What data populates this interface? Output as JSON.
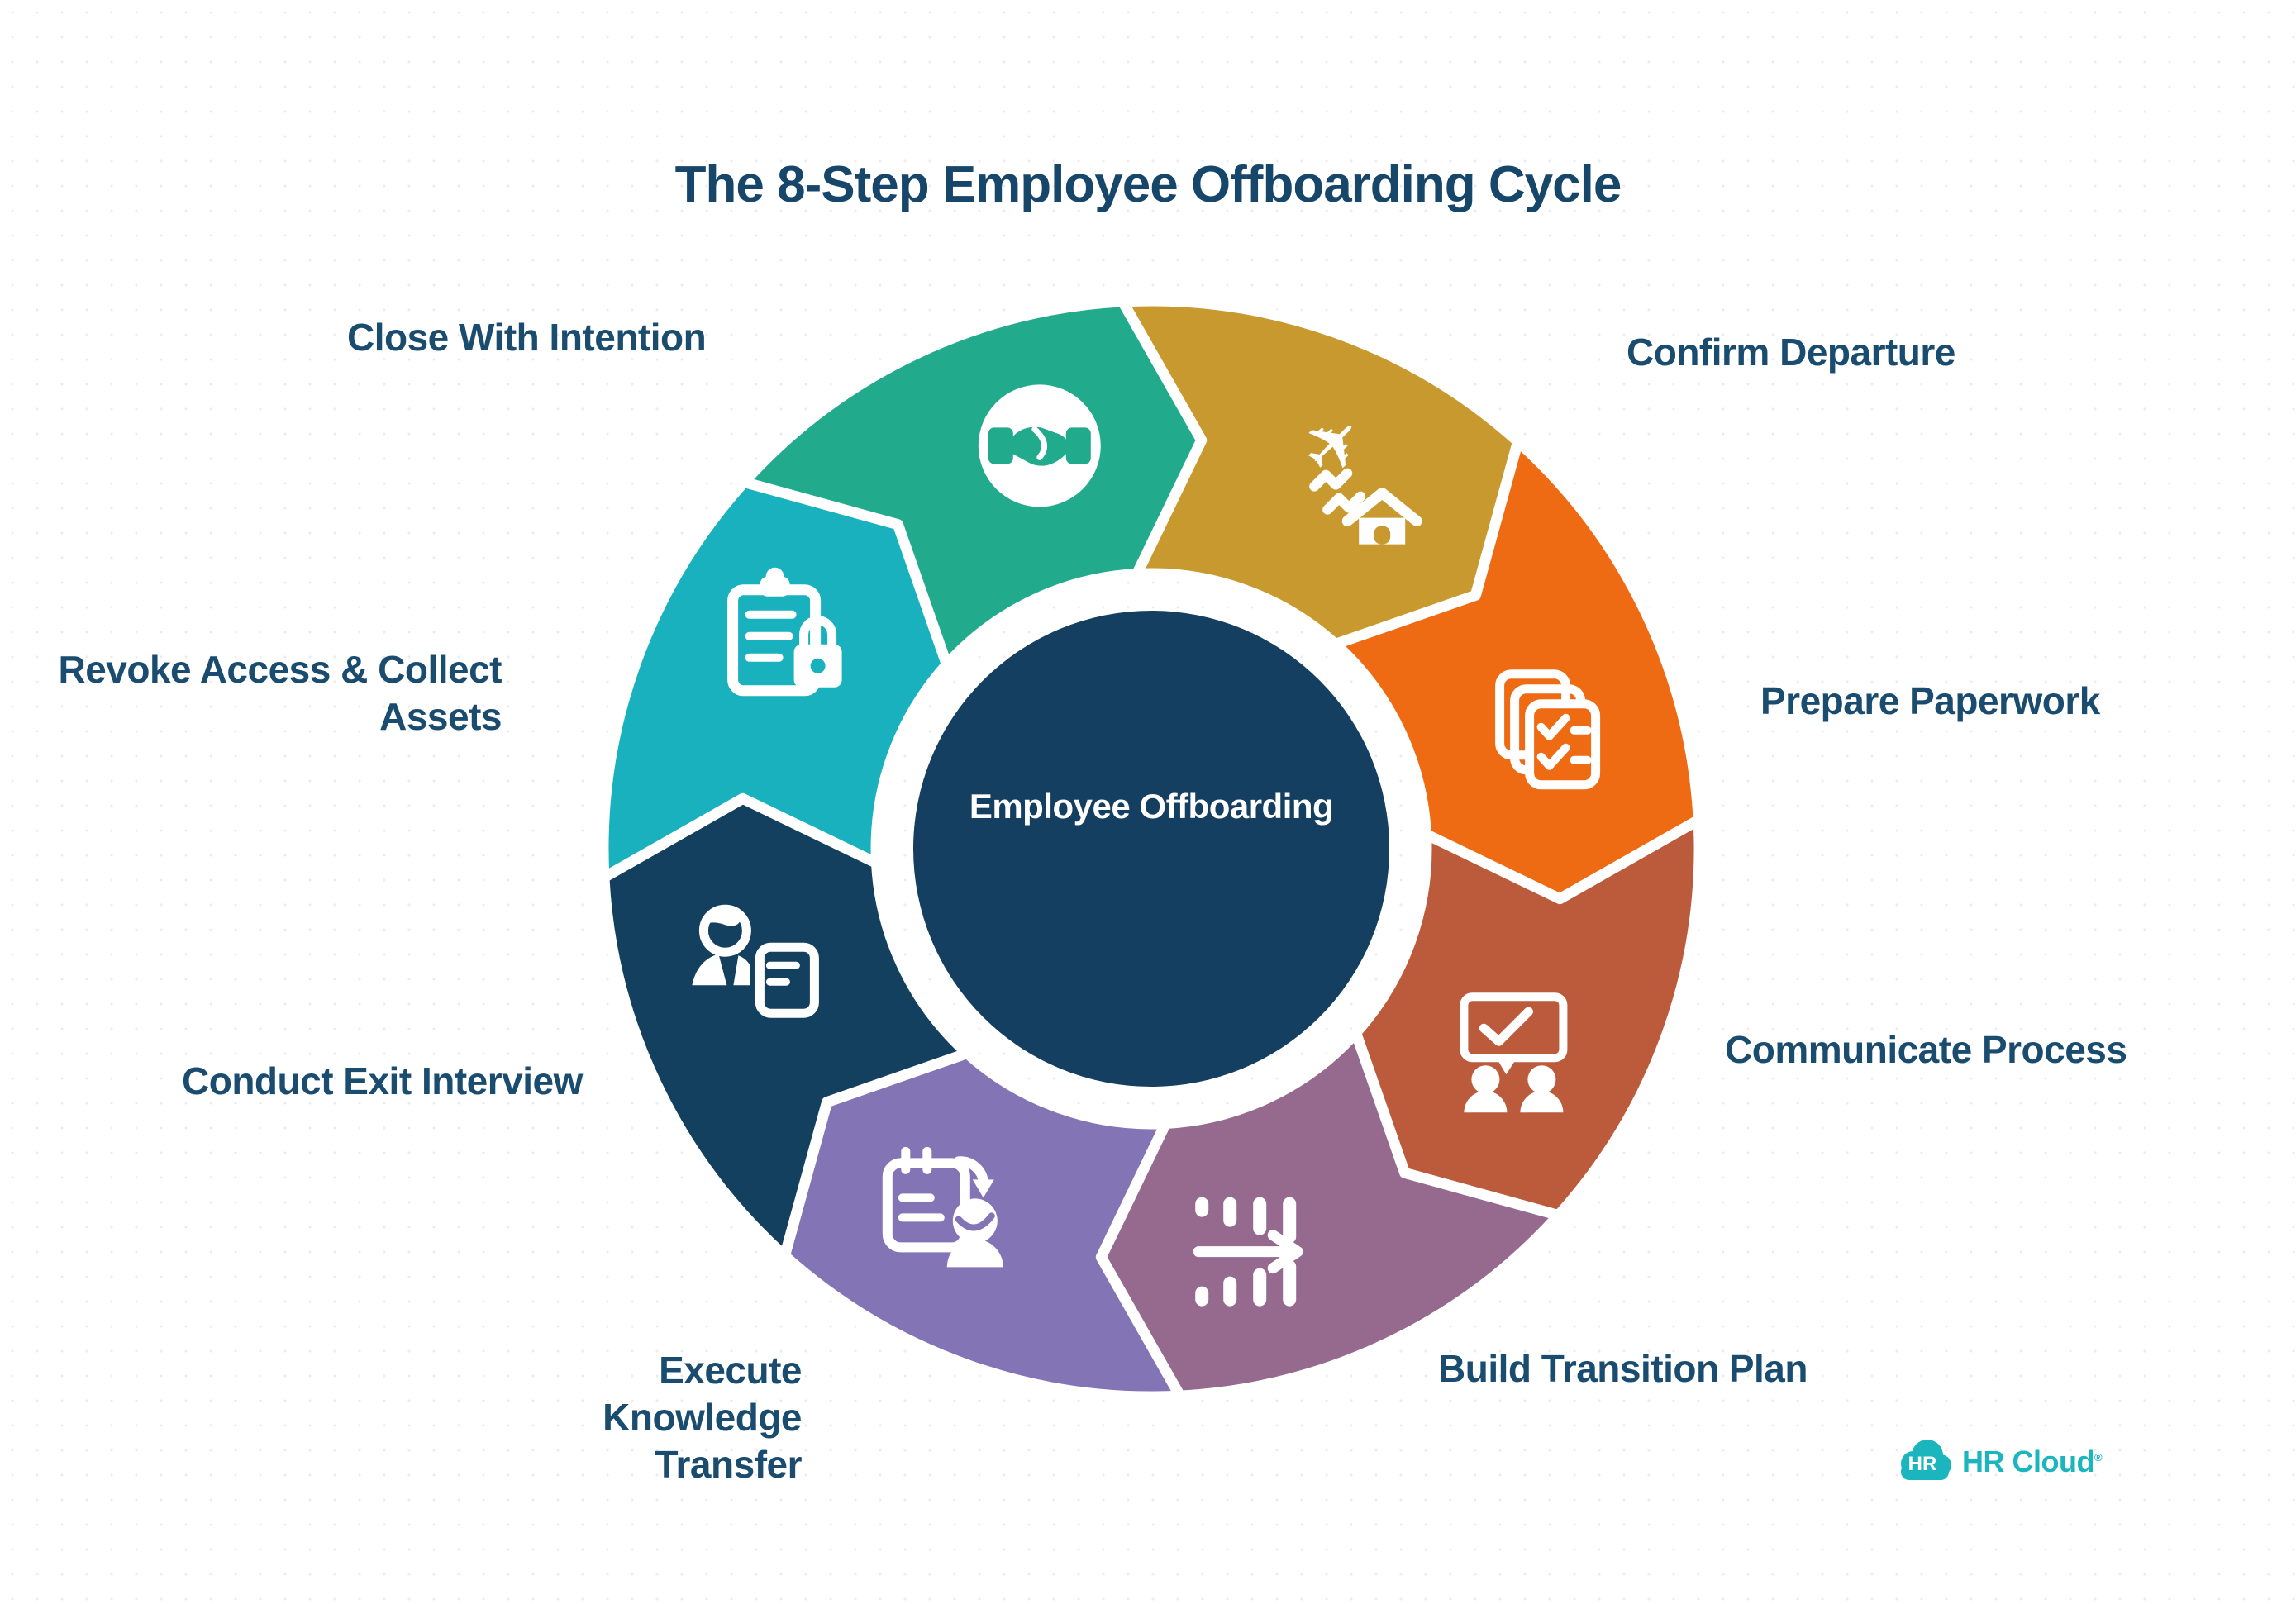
{
  "title": "The 8-Step Employee Offboarding Cycle",
  "center": {
    "label": "Employee Offboarding",
    "bg_color": "#143F60",
    "text_color": "#FFFFFF"
  },
  "steps": [
    {
      "label": "Confirm Departure",
      "color": "#C8992E",
      "icon": "plane-departing-home-icon"
    },
    {
      "label": "Prepare Paperwork",
      "color": "#EE6A13",
      "icon": "stacked-checklists-icon"
    },
    {
      "label": "Communicate Process",
      "color": "#BC5B3C",
      "icon": "people-speech-bubble-icon"
    },
    {
      "label": "Build Transition Plan",
      "color": "#966A8E",
      "icon": "dashed-flow-arrow-icon"
    },
    {
      "label": "Execute Knowledge Transfer",
      "color": "#8374B6",
      "icon": "notepad-handover-person-icon"
    },
    {
      "label": "Conduct Exit Interview",
      "color": "#14405F",
      "icon": "person-document-icon"
    },
    {
      "label": "Revoke Access & Collect Assets",
      "color": "#18B1BD",
      "icon": "clipboard-lock-icon"
    },
    {
      "label": "Close With Intention",
      "color": "#22AA8D",
      "icon": "handshake-circle-icon"
    }
  ],
  "logo": {
    "badge_text": "HR",
    "brand_text": "HR Cloud",
    "registered_mark": "®",
    "color": "#1BB5BE"
  },
  "colors": {
    "title_text": "#17466B",
    "label_text": "#1A4C70",
    "segment_divider": "#FFFFFF",
    "icon": "#FFFFFF",
    "background": "#FFFFFF"
  }
}
